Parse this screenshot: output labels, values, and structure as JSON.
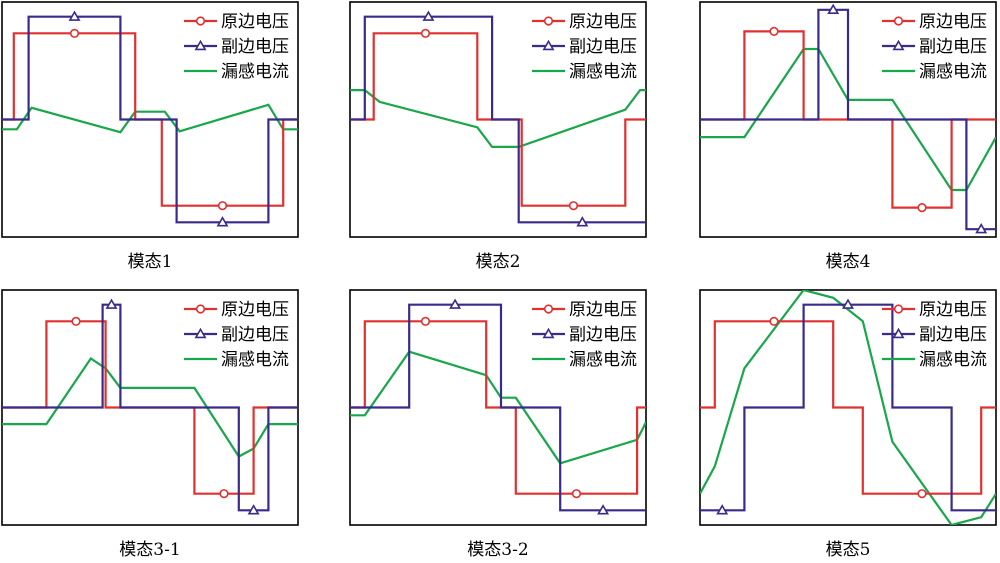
{
  "colors": {
    "primary": "#e03030",
    "secondary": "#3a2a8a",
    "current": "#1aa64a"
  },
  "legend": {
    "primary_label": "原边电压",
    "secondary_label": "副边电压",
    "current_label": "漏感电流",
    "primary_marker": "circle",
    "secondary_marker": "triangle"
  },
  "chart_data": [
    {
      "type": "line",
      "title": "模态1",
      "ylim": [
        -1.2,
        1.2
      ],
      "x_range": [
        0,
        100
      ],
      "series": [
        {
          "name": "原边电压",
          "x": [
            0,
            4,
            4,
            45,
            45,
            54,
            54,
            95,
            95,
            100
          ],
          "y": [
            0,
            0,
            0.88,
            0.88,
            0,
            0,
            -0.88,
            -0.88,
            0,
            0
          ]
        },
        {
          "name": "副边电压",
          "x": [
            0,
            9,
            9,
            40,
            40,
            59,
            59,
            90,
            90,
            100
          ],
          "y": [
            0,
            0,
            1.05,
            1.05,
            0,
            0,
            -1.05,
            -1.05,
            0,
            0
          ]
        },
        {
          "name": "漏感电流",
          "x": [
            0,
            5,
            10,
            40,
            45,
            55,
            60,
            90,
            95,
            100
          ],
          "y": [
            -0.1,
            -0.1,
            0.12,
            -0.13,
            0.08,
            0.08,
            -0.12,
            0.15,
            -0.1,
            -0.1
          ]
        }
      ]
    },
    {
      "type": "line",
      "title": "模态2",
      "ylim": [
        -1.2,
        1.2
      ],
      "x_range": [
        0,
        100
      ],
      "series": [
        {
          "name": "原边电压",
          "x": [
            0,
            8,
            8,
            43,
            43,
            58,
            58,
            93,
            93,
            100
          ],
          "y": [
            0,
            0,
            0.88,
            0.88,
            0,
            0,
            -0.88,
            -0.88,
            0,
            0
          ]
        },
        {
          "name": "副边电压",
          "x": [
            0,
            5,
            5,
            48,
            48,
            57,
            57,
            100
          ],
          "y": [
            0,
            0,
            1.05,
            1.05,
            0,
            0,
            -1.05,
            -1.05
          ]
        },
        {
          "name": "漏感电流",
          "x": [
            0,
            5,
            10,
            43,
            48,
            57,
            93,
            98,
            100
          ],
          "y": [
            0.3,
            0.3,
            0.18,
            -0.08,
            -0.28,
            -0.28,
            0.1,
            0.3,
            0.3
          ]
        }
      ]
    },
    {
      "type": "line",
      "title": "模态4",
      "ylim": [
        -1.2,
        1.2
      ],
      "x_range": [
        0,
        100
      ],
      "series": [
        {
          "name": "原边电压",
          "x": [
            0,
            15,
            15,
            35,
            35,
            65,
            65,
            85,
            85,
            100
          ],
          "y": [
            0,
            0,
            0.9,
            0.9,
            0,
            0,
            -0.9,
            -0.9,
            0,
            0
          ]
        },
        {
          "name": "副边电压",
          "x": [
            0,
            40,
            40,
            50,
            50,
            90,
            90,
            100
          ],
          "y": [
            0,
            0,
            1.12,
            1.12,
            0,
            0,
            -1.12,
            -1.12
          ]
        },
        {
          "name": "漏感电流",
          "x": [
            0,
            15,
            35,
            40,
            50,
            65,
            85,
            90,
            100
          ],
          "y": [
            -0.18,
            -0.18,
            0.72,
            0.72,
            0.2,
            0.2,
            -0.72,
            -0.72,
            -0.18
          ]
        }
      ]
    },
    {
      "type": "line",
      "title": "模态3-1",
      "ylim": [
        -1.2,
        1.2
      ],
      "x_range": [
        0,
        100
      ],
      "series": [
        {
          "name": "原边电压",
          "x": [
            0,
            15,
            15,
            35,
            35,
            65,
            65,
            85,
            85,
            100
          ],
          "y": [
            0,
            0,
            0.88,
            0.88,
            0,
            0,
            -0.88,
            -0.88,
            0,
            0
          ]
        },
        {
          "name": "副边电压",
          "x": [
            0,
            34,
            34,
            40,
            40,
            80,
            80,
            90,
            90,
            100
          ],
          "y": [
            0,
            0,
            1.05,
            1.05,
            0,
            0,
            -1.05,
            -1.05,
            0,
            0
          ]
        },
        {
          "name": "漏感电流",
          "x": [
            0,
            15,
            30,
            35,
            40,
            65,
            80,
            85,
            90,
            100
          ],
          "y": [
            -0.17,
            -0.17,
            0.5,
            0.4,
            0.2,
            0.2,
            -0.5,
            -0.42,
            -0.17,
            -0.17
          ]
        }
      ]
    },
    {
      "type": "line",
      "title": "模态3-2",
      "ylim": [
        -1.2,
        1.2
      ],
      "x_range": [
        0,
        100
      ],
      "series": [
        {
          "name": "原边电压",
          "x": [
            0,
            5,
            5,
            46,
            46,
            56,
            56,
            97,
            97,
            100
          ],
          "y": [
            0,
            0,
            0.88,
            0.88,
            0,
            0,
            -0.88,
            -0.88,
            0,
            0
          ]
        },
        {
          "name": "副边电压",
          "x": [
            0,
            20,
            20,
            51,
            51,
            71,
            71,
            100
          ],
          "y": [
            0,
            0,
            1.05,
            1.05,
            0,
            0,
            -1.05,
            -1.05
          ]
        },
        {
          "name": "漏感电流",
          "x": [
            0,
            5,
            20,
            46,
            51,
            56,
            71,
            97,
            100
          ],
          "y": [
            -0.08,
            -0.08,
            0.57,
            0.33,
            0.1,
            0.1,
            -0.57,
            -0.33,
            -0.15
          ]
        }
      ]
    },
    {
      "type": "line",
      "title": "模态5",
      "ylim": [
        -1.2,
        1.2
      ],
      "x_range": [
        0,
        100
      ],
      "series": [
        {
          "name": "原边电压",
          "x": [
            0,
            5,
            5,
            45,
            45,
            55,
            55,
            95,
            95,
            100
          ],
          "y": [
            0,
            0,
            0.88,
            0.88,
            0,
            0,
            -0.88,
            -0.88,
            0,
            0
          ]
        },
        {
          "name": "副边电压",
          "x": [
            0,
            15,
            15,
            35,
            35,
            65,
            65,
            85,
            85,
            100
          ],
          "y": [
            -1.05,
            -1.05,
            0,
            0,
            1.05,
            1.05,
            0,
            0,
            -1.05,
            -1.05
          ]
        },
        {
          "name": "漏感电流",
          "x": [
            0,
            5,
            15,
            35,
            45,
            55,
            65,
            85,
            95,
            100
          ],
          "y": [
            -0.88,
            -0.6,
            0.4,
            1.2,
            1.12,
            0.88,
            -0.35,
            -1.2,
            -1.12,
            -0.88
          ]
        }
      ]
    }
  ]
}
